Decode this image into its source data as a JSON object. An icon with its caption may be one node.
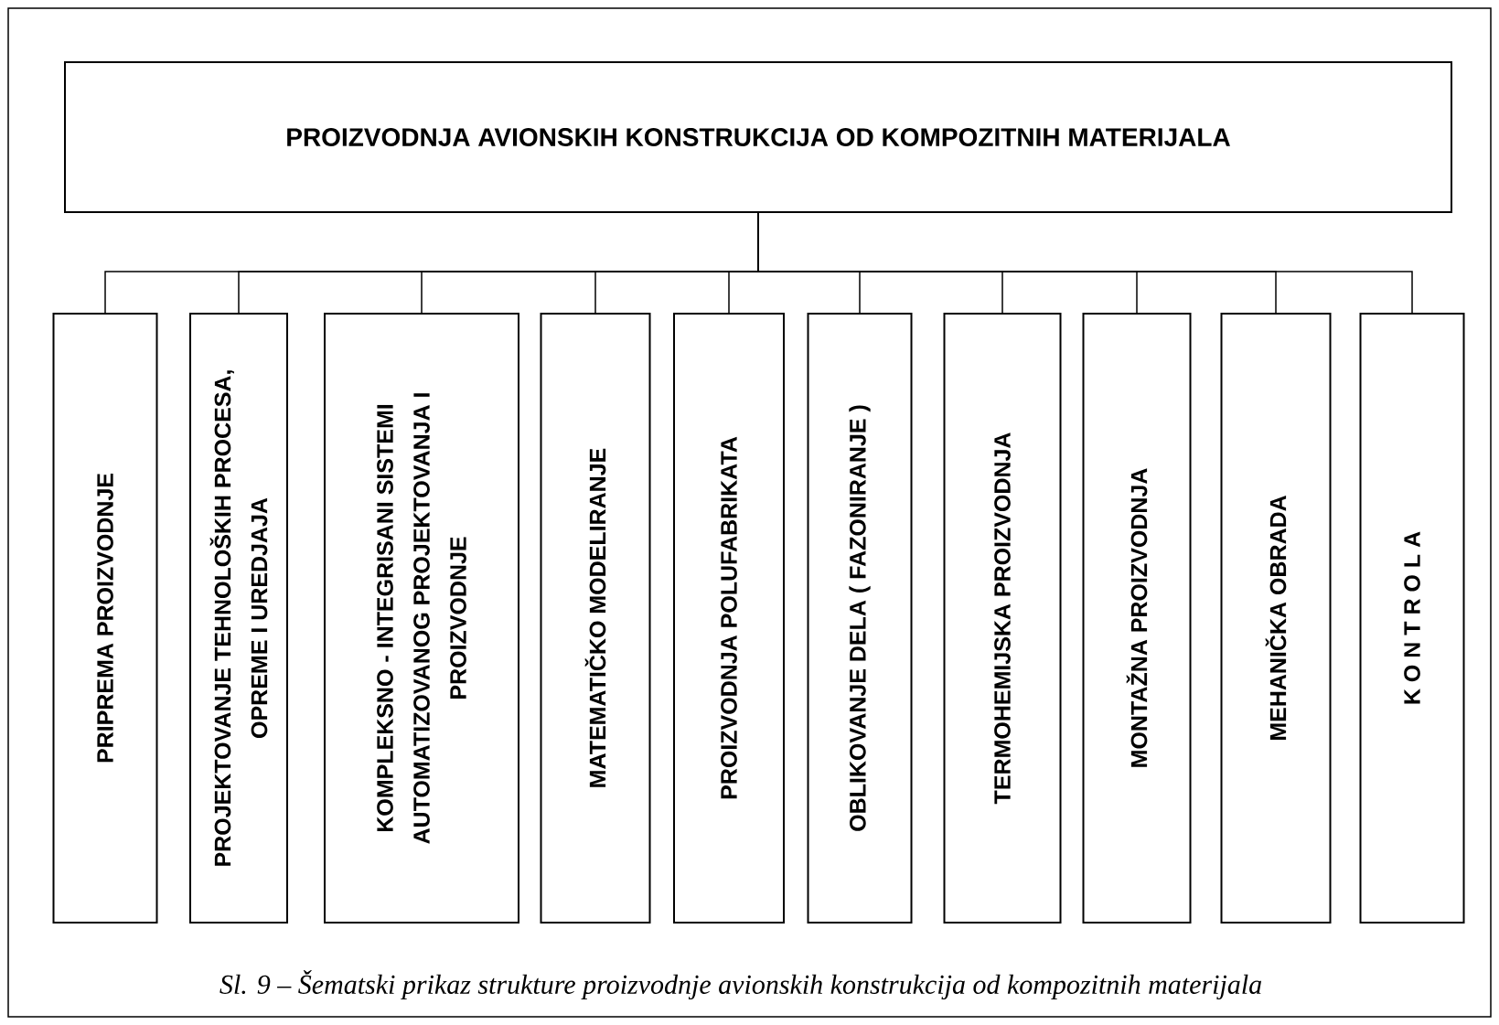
{
  "diagram": {
    "caption": "Sl. 9 – Šematski prikaz strukture proizvodnje avionskih konstrukcija od kompozitnih materijala",
    "nodes": [
      {
        "text": [
          "PROIZVODNJA AVIONSKIH KONSTRUKCIJA OD KOMPOZITNIH MATERIJALA"
        ]
      },
      {
        "text": [
          "PRIPREMA PROIZVODNJE"
        ]
      },
      {
        "text": [
          "PROJEKTOVANJE TEHNOLOŠKIH PROCESA, OPREME I UREDJAJA"
        ]
      },
      {
        "text": [
          "KOMPLEKSNO - INTEGRISANI SISTEMI AUTOMATIZOVANOG PROJEKTOVANJA I PROIZVODNJE"
        ]
      },
      {
        "text": [
          "MATEMATIČKO MODELIRANJE"
        ]
      },
      {
        "text": [
          "PROIZVODNJA POLUFABRIKATA"
        ]
      },
      {
        "text": [
          "OBLIKOVANJE DELA ( FAZONIRANJE )"
        ]
      },
      {
        "text": [
          "TERMOHEMIJSKA PROIZVODNJA"
        ]
      },
      {
        "text": [
          "MONTAŽNA PROIZVODNJA"
        ]
      },
      {
        "text": [
          "MEHANIČKA OBRADA"
        ]
      },
      {
        "text": [
          "K O N T R O L A"
        ]
      }
    ],
    "edges": [
      {
        "from": 0,
        "to": 1,
        "arrow": "none"
      },
      {
        "from": 0,
        "to": 2,
        "arrow": "none"
      },
      {
        "from": 0,
        "to": 3,
        "arrow": "none"
      },
      {
        "from": 0,
        "to": 4,
        "arrow": "none"
      },
      {
        "from": 0,
        "to": 5,
        "arrow": "none"
      },
      {
        "from": 0,
        "to": 6,
        "arrow": "none"
      },
      {
        "from": 0,
        "to": 7,
        "arrow": "none"
      },
      {
        "from": 0,
        "to": 8,
        "arrow": "none"
      },
      {
        "from": 0,
        "to": 9,
        "arrow": "none"
      },
      {
        "from": 0,
        "to": 10,
        "arrow": "none"
      }
    ]
  }
}
